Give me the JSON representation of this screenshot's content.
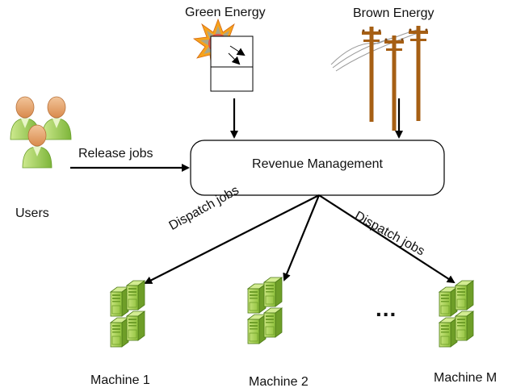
{
  "diagram": {
    "sources": {
      "green_label": "Green Energy",
      "brown_label": "Brown Energy"
    },
    "users_label": "Users",
    "release_label": "Release jobs",
    "center_label": "Revenue Management",
    "dispatch_left_label": "Dispatch jobs",
    "dispatch_right_label": "Dispatch jobs",
    "machines": [
      {
        "label": "Machine 1"
      },
      {
        "label": "Machine 2"
      },
      {
        "label": "Machine M"
      }
    ],
    "ellipsis": "..."
  },
  "colors": {
    "server_light": "#b9dd6a",
    "server_mid": "#8fc13c",
    "server_dark": "#5f8e1f",
    "user_body": "#a9d46a",
    "user_head": "#e2a06c",
    "pole": "#a65f14",
    "sun_core": "#ef4a3f",
    "line": "#000000"
  },
  "icons": {
    "users": "users-group-icon",
    "sun": "sun-icon",
    "solar_panel": "solar-panel-icon",
    "power_poles": "power-pole-icon",
    "server": "server-rack-icon"
  }
}
